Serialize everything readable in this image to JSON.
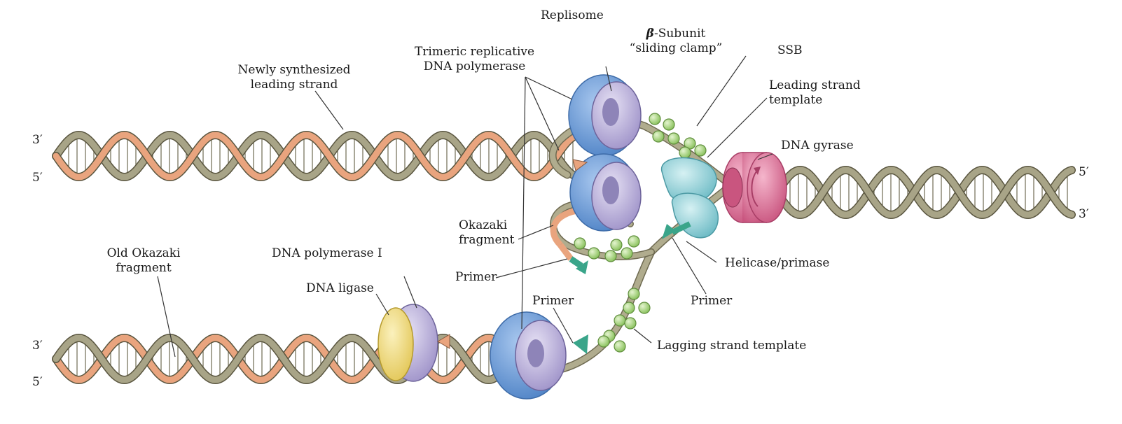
{
  "labels": {
    "replisome": "Replisome",
    "beta_subunit_a": "-Subunit",
    "beta_symbol": "β",
    "sliding_clamp": "“sliding clamp”",
    "trimeric_1": "Trimeric replicative",
    "trimeric_2": "DNA polymerase",
    "newly_1": "Newly synthesized",
    "newly_2": "leading strand",
    "ssb": "SSB",
    "leading_template_1": "Leading strand",
    "leading_template_2": "template",
    "dna_gyrase": "DNA gyrase",
    "okazaki_1": "Okazaki",
    "okazaki_2": "fragment",
    "primer_left": "Primer",
    "primer_mid": "Primer",
    "primer_right": "Primer",
    "helicase_primase": "Helicase/primase",
    "old_okazaki_1": "Old Okazaki",
    "old_okazaki_2": "fragment",
    "dna_pol_1": "DNA polymerase I",
    "dna_ligase": "DNA ligase",
    "lagging_template": "Lagging strand template"
  },
  "strand_ends": {
    "top_left_3": "3′",
    "top_left_5": "5′",
    "bottom_left_3": "3′",
    "bottom_left_5": "5′",
    "right_5": "5′",
    "right_3": "3′"
  },
  "colors": {
    "backbone_olive": "#a8a487",
    "new_strand_orange": "#e9a47e",
    "polymerase_blue": "#6f9fd8",
    "clamp_lavender": "#bdb3dc",
    "helicase_cyan": "#9ed6dc",
    "gyrase_pink": "#e07aa0",
    "ligase_yellow": "#f3e18a",
    "ssb_green": "#b5d98a",
    "primer_teal": "#3aa58a"
  }
}
